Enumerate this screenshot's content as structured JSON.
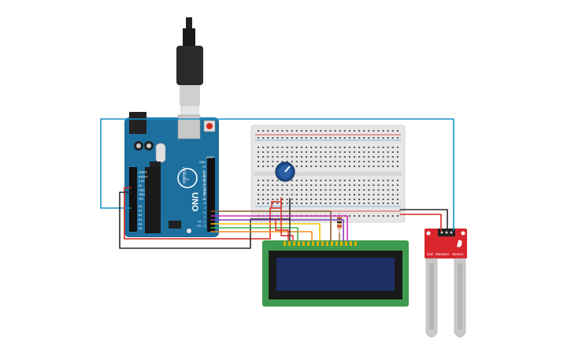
{
  "arduino": {
    "brand": "Arduino",
    "model": "UNO",
    "power_pins": [
      "IOREF",
      "RESET",
      "3.3V",
      "5V",
      "GND",
      "GND",
      "VIN"
    ],
    "analog_pins": [
      "A0",
      "A1",
      "A2",
      "A3",
      "A4",
      "A5"
    ],
    "digital_label": "DIGITAL (PWM ~)",
    "aref_label": "AREF",
    "digital_pins": [
      "GND",
      "13",
      "12",
      "~11",
      "~10",
      "~9",
      "8",
      "7",
      "~6",
      "~5",
      "4",
      "~3",
      "2",
      "TX→1",
      "RX←0"
    ]
  },
  "sensor": {
    "label_1": "Soil",
    "label_2": "Moisture",
    "label_3": "Sensor"
  },
  "colors": {
    "arduino_board": "#1d6f9e",
    "breadboard": "#e6e6e6",
    "lcd_pcb": "#3f9b4f",
    "lcd_screen": "#1f2f63",
    "sensor_pcb": "#d8262c",
    "probe": "#c9c9c9",
    "wire_blue": "#1b93c9",
    "wire_red": "#d9261c",
    "wire_black": "#2a2a2a",
    "wire_orange": "#f08a1c",
    "wire_yellow": "#f2c500",
    "wire_green": "#37b24a",
    "wire_magenta": "#cc2fb7",
    "wire_purple": "#7b3fb8",
    "wire_brown": "#8b5a2b"
  }
}
